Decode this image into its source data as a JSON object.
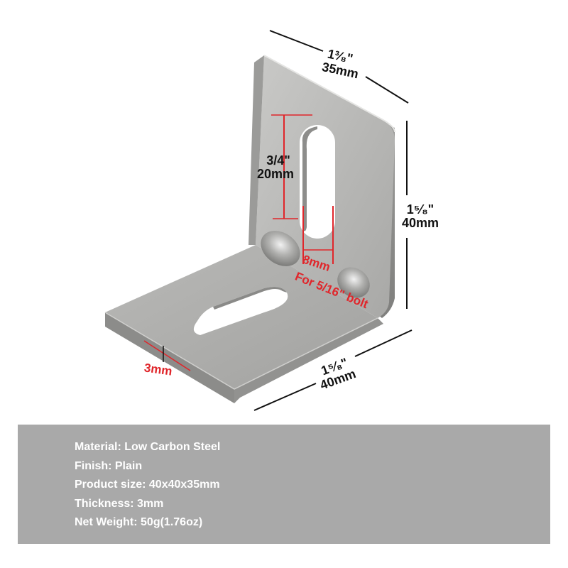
{
  "dimensions": {
    "top_width_imperial": "1³⁄₈\"",
    "top_width_metric": "35mm",
    "height_imperial": "1⁵⁄₈\"",
    "height_metric": "40mm",
    "depth_imperial": "1⁵⁄₈\"",
    "depth_metric": "40mm",
    "slot_length_imperial": "3/4\"",
    "slot_length_metric": "20mm",
    "slot_width_metric": "8mm",
    "bolt_note": "For 5/16\" bolt",
    "thickness": "3mm"
  },
  "colors": {
    "steel": "#b7b7b5",
    "annotation_red": "#e0262b",
    "panel": "#a9a9a9",
    "panel_text": "#ffffff"
  },
  "specs": [
    "Material: Low Carbon Steel",
    "Finish: Plain",
    "Product size: 40x40x35mm",
    "Thickness: 3mm",
    "Net Weight: 50g(1.76oz)"
  ]
}
